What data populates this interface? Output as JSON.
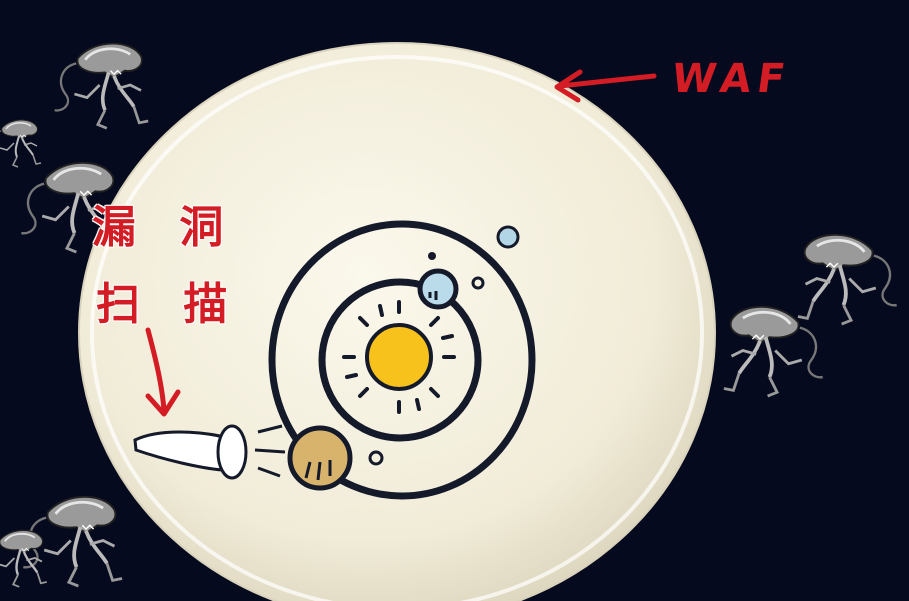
{
  "labels": {
    "waf": "WAF",
    "scan_line_1": "漏 洞",
    "scan_line_2": "扫 描"
  },
  "colors": {
    "background": "#060a1e",
    "shield": "#f4f0df",
    "annotation": "#d41c24",
    "sun": "#f7c21b",
    "outline": "#141a2a"
  },
  "icons": {
    "aliens": "alien-monster-icon",
    "flashlight": "flashlight-icon",
    "sun": "sun-icon",
    "planet": "planet-icon"
  }
}
